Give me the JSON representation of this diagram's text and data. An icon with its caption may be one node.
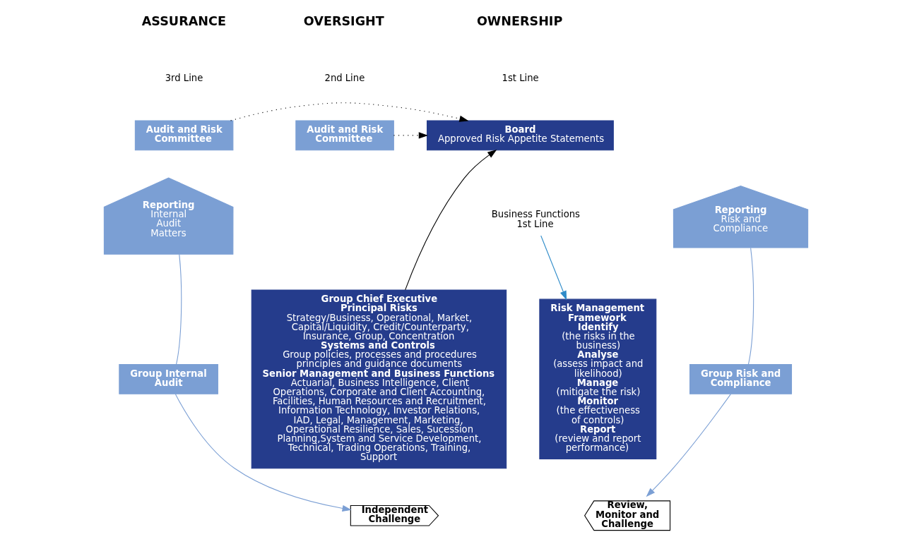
{
  "diagram": {
    "nodes": [
      {
        "text": [
          "Audit and Risk Committee"
        ]
      },
      {
        "text": [
          "Board",
          "Approved Risk Appetite Statements"
        ]
      },
      {
        "text": [
          "Audit and Risk Committee"
        ]
      },
      {
        "text": [
          "Reporting",
          "Internal Audit Matters"
        ]
      },
      {
        "text": [
          "Business Functions 1st Line"
        ]
      },
      {
        "text": [
          "Reporting",
          "Risk and Compliance"
        ]
      },
      {
        "text": [
          "Group Internal Audit"
        ]
      },
      {
        "text": [
          "Group Chief Executive",
          "Principal Risks",
          "Strategy/Business, Operational, Market, Capital/Liquidity, Credit/Counterparty, Insurance, Group, Concentration",
          "Systems and Controls",
          "Group policies, processes and procedures principles and guidance documents",
          "Senior Management and Business Functions",
          "Actuarial, Business Intelligence, Client Operations, Corporate and Client Accounting, Facilities, Human Resources and Recruitment, Information Technology, Investor Relations, IAD, Legal, Management, Marketing, Operational Resilience, Sales, Sucession Planning,System and Service Development, Technical, Trading Operations, Training, Support"
        ]
      },
      {
        "text": [
          "Risk Management Framework",
          "Identify",
          "(the risks in the business)",
          "Analyse",
          "(assess impact and likelihood)",
          "Manage",
          "(mitigate the risk)",
          "Monitor",
          "(the effectiveness of controls)",
          "Report",
          "(review and report performance)"
        ]
      },
      {
        "text": [
          "Group Risk and Compliance"
        ]
      },
      {
        "text": [
          "Independent Challenge"
        ]
      },
      {
        "text": [
          "Review, Monitor and Challenge"
        ]
      }
    ],
    "edges": [
      {
        "from": 0,
        "to": 1,
        "arrow": "to",
        "style": "dashed",
        "color": "#000000"
      },
      {
        "from": 2,
        "to": 1,
        "arrow": "to",
        "style": "dashed",
        "color": "#000000"
      },
      {
        "from": 6,
        "to": 3,
        "arrow": "none",
        "color": "#7b9fd4"
      },
      {
        "from": 9,
        "to": 5,
        "arrow": "none",
        "color": "#7b9fd4"
      },
      {
        "from": 7,
        "to": 1,
        "arrow": "to",
        "color": "#000000"
      },
      {
        "from": 4,
        "to": 8,
        "arrow": "to",
        "color": "#2e8bc9"
      },
      {
        "from": 6,
        "to": 10,
        "arrow": "to",
        "color": "#7b9fd4"
      },
      {
        "from": 9,
        "to": 11,
        "arrow": "to",
        "color": "#7b9fd4"
      }
    ],
    "labels": [
      "ASSURANCE",
      "3rd Line",
      "OWNERSHIP",
      "1st Line",
      "OVERSIGHT",
      "2nd Line"
    ]
  }
}
